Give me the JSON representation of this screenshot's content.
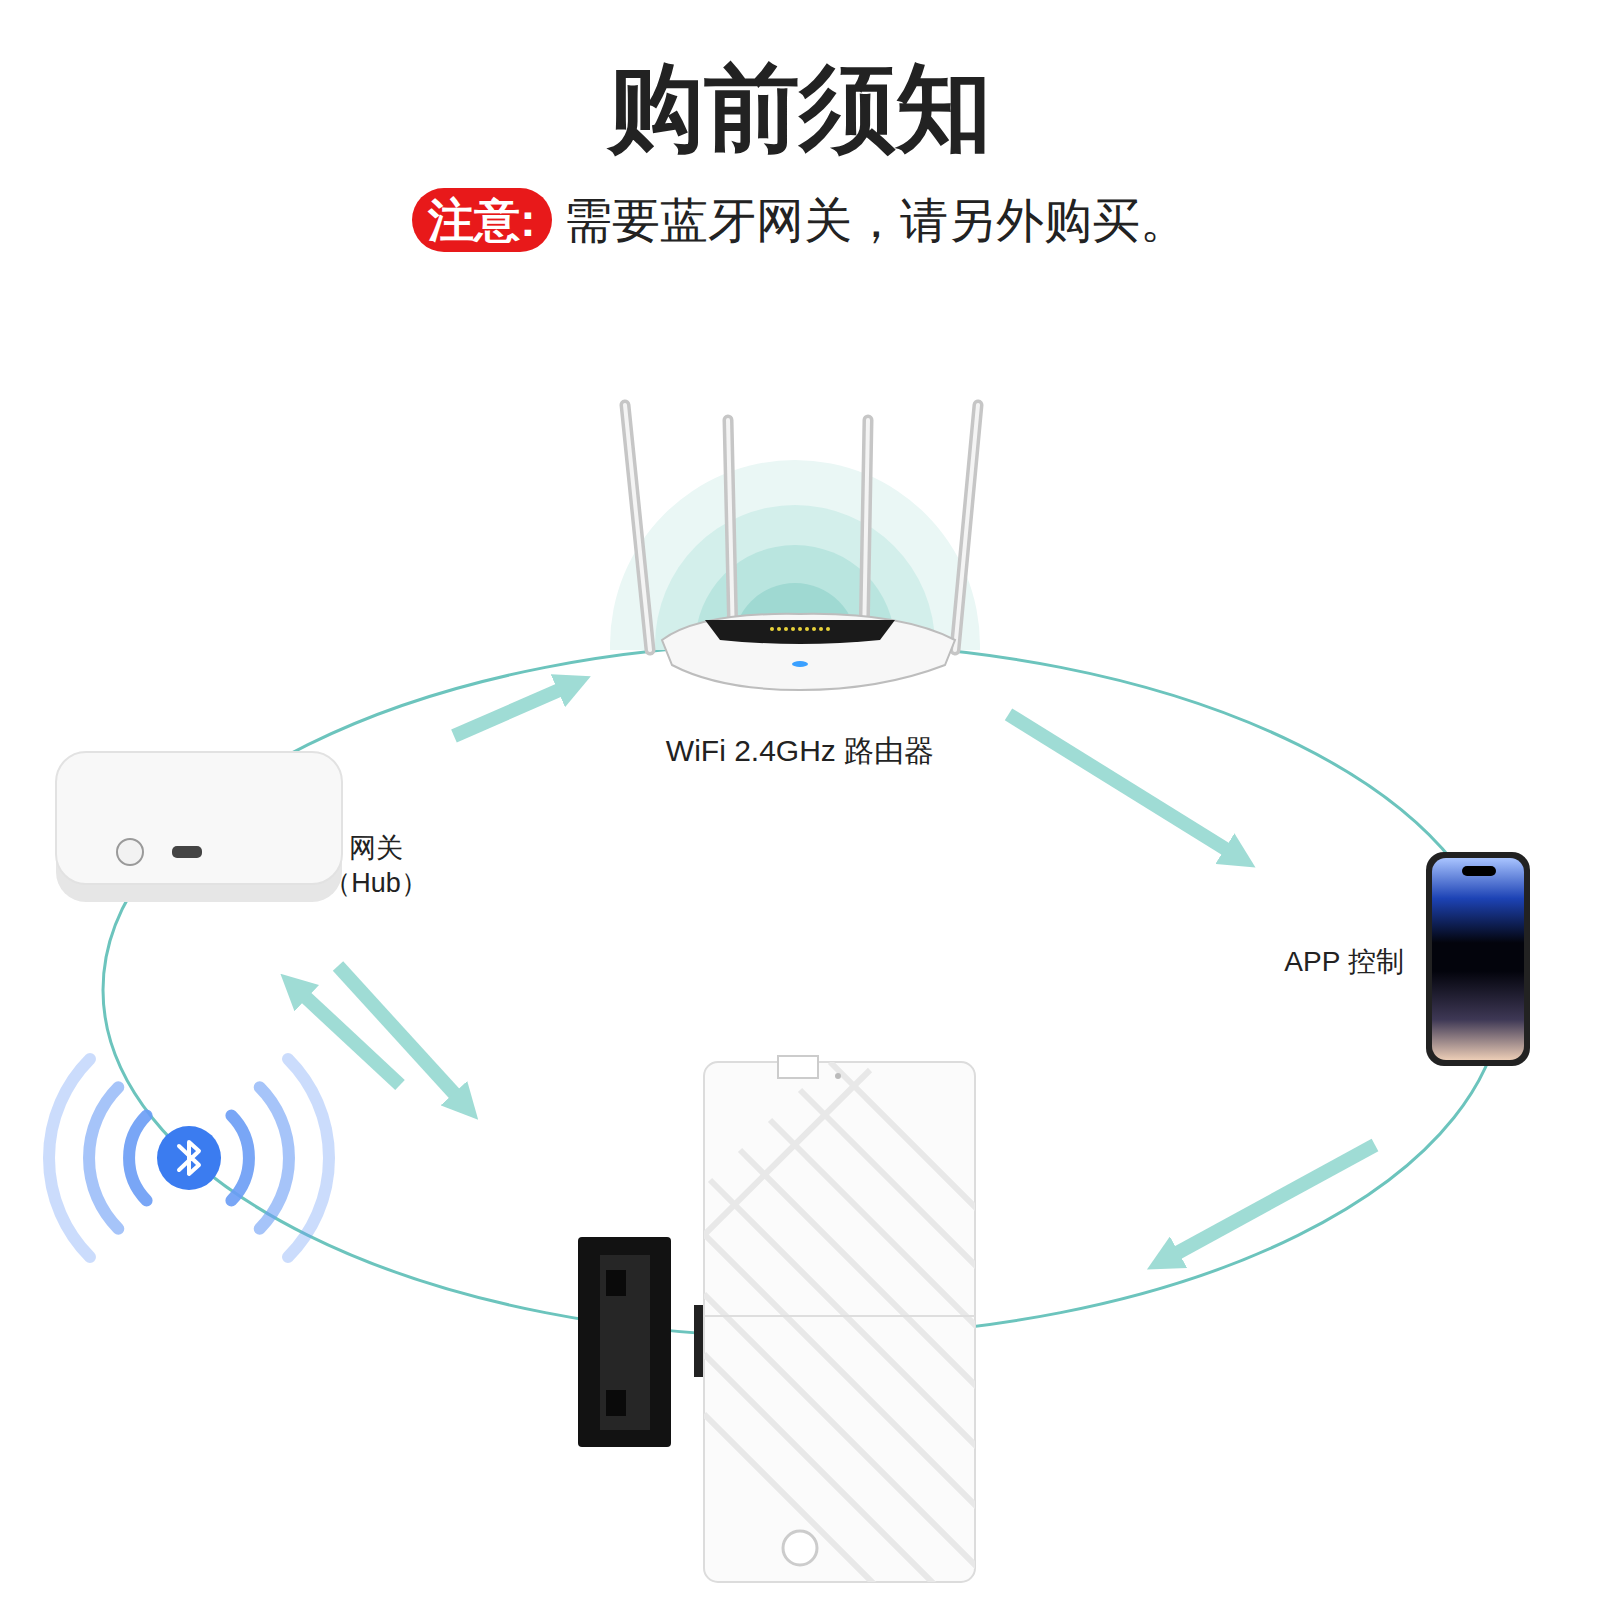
{
  "diagram": {
    "title": "购前须知",
    "nodes": [
      {
        "text": [
          "注意:"
        ]
      },
      {
        "text": [
          "WiFi 2.4GHz 路由器"
        ]
      },
      {
        "text": [
          "网关",
          "（Hub）"
        ]
      },
      {
        "text": [
          "APP 控制"
        ]
      }
    ],
    "edges": [
      {
        "from": 2,
        "to": 1,
        "arrow": "to"
      },
      {
        "from": 1,
        "to": 3,
        "arrow": "to"
      }
    ],
    "labels": [
      "需要蓝牙网关，请另外购买。"
    ]
  }
}
